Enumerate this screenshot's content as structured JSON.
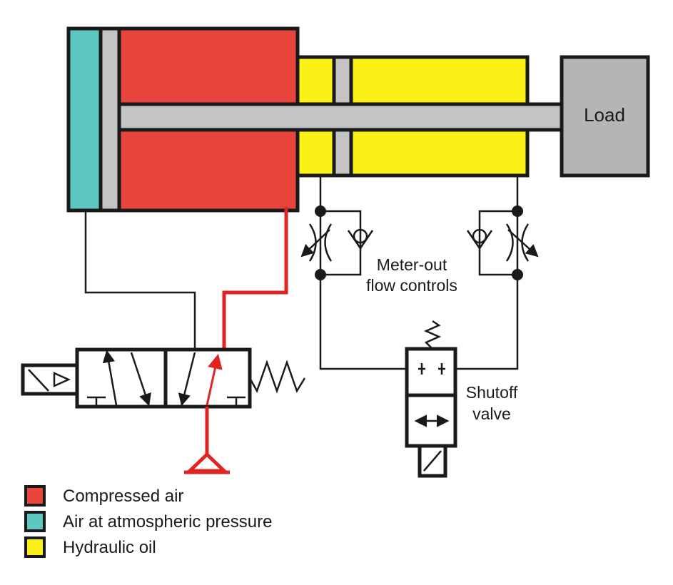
{
  "colors": {
    "compressed_air": "#e8453c",
    "atmospheric_air": "#5ec8c0",
    "hydraulic_oil": "#fbf117",
    "steel": "#c4c4c4",
    "load": "#b5b5b5",
    "outline": "#1a1a1a",
    "air_line": "#e02424"
  },
  "labels": {
    "load": "Load",
    "meter_out_line1": "Meter-out",
    "meter_out_line2": "flow controls",
    "shutoff_line1": "Shutoff",
    "shutoff_line2": "valve"
  },
  "legend": [
    {
      "label": "Compressed air",
      "color": "#e8453c"
    },
    {
      "label": "Air at atmospheric pressure",
      "color": "#5ec8c0"
    },
    {
      "label": "Hydraulic oil",
      "color": "#fbf117"
    }
  ]
}
